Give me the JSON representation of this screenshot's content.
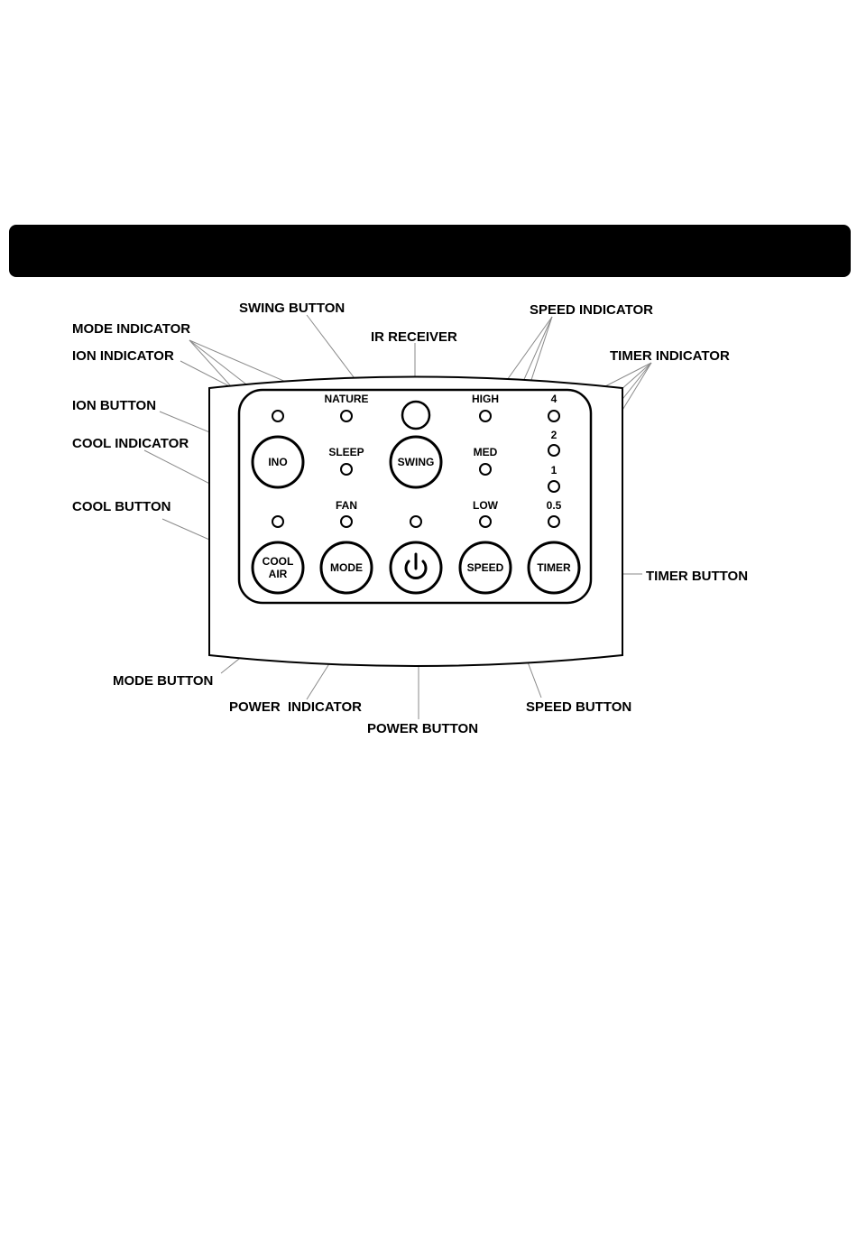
{
  "callouts": {
    "swing_button": "SWING BUTTON",
    "mode_indicator": "MODE INDICATOR",
    "ion_indicator": "ION INDICATOR",
    "ion_button": "ION BUTTON",
    "cool_indicator": "COOL INDICATOR",
    "cool_button": "COOL BUTTON",
    "ir_receiver": "IR RECEIVER",
    "speed_indicator": "SPEED INDICATOR",
    "timer_indicator": "TIMER INDICATOR",
    "timer_button": "TIMER BUTTON",
    "mode_button": "MODE BUTTON",
    "power_indicator": "POWER  INDICATOR",
    "power_button": "POWER BUTTON",
    "speed_button": "SPEED BUTTON"
  },
  "panel": {
    "nature": "NATURE",
    "sleep": "SLEEP",
    "fan": "FAN",
    "high": "HIGH",
    "med": "MED",
    "low": "LOW",
    "timer_4": "4",
    "timer_2": "2",
    "timer_1": "1",
    "timer_05": "0.5"
  },
  "buttons": {
    "ion": "INO",
    "swing": "SWING",
    "cool_line1": "COOL",
    "cool_line2": "AIR",
    "mode": "MODE",
    "speed": "SPEED",
    "timer": "TIMER",
    "power_icon": "power-icon"
  }
}
